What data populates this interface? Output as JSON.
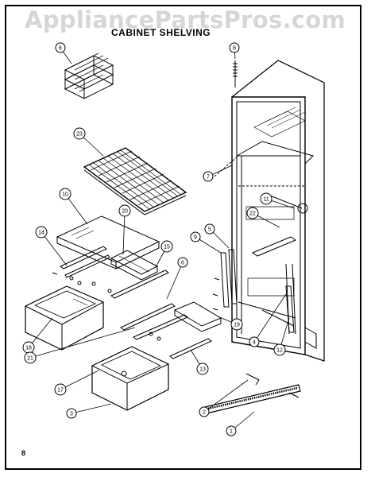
{
  "watermark": "AppliancePartsPros.com",
  "title": "CABINET SHELVING",
  "page_number": "8",
  "colors": {
    "ink": "#000000",
    "watermark": "#d6d6d6",
    "background": "#ffffff"
  },
  "callouts": [
    {
      "id": "c6a",
      "label": "6"
    },
    {
      "id": "c8",
      "label": "8"
    },
    {
      "id": "c23",
      "label": "23"
    },
    {
      "id": "c7",
      "label": "7"
    },
    {
      "id": "c10",
      "label": "10"
    },
    {
      "id": "c20",
      "label": "20"
    },
    {
      "id": "c11",
      "label": "11"
    },
    {
      "id": "c22",
      "label": "22"
    },
    {
      "id": "c14",
      "label": "14"
    },
    {
      "id": "c15",
      "label": "15"
    },
    {
      "id": "c9",
      "label": "9"
    },
    {
      "id": "c5",
      "label": "5"
    },
    {
      "id": "c6b",
      "label": "6"
    },
    {
      "id": "c18",
      "label": "18"
    },
    {
      "id": "c21",
      "label": "21"
    },
    {
      "id": "c19",
      "label": "19"
    },
    {
      "id": "c4",
      "label": "4"
    },
    {
      "id": "c12",
      "label": "12"
    },
    {
      "id": "c13",
      "label": "13"
    },
    {
      "id": "c17",
      "label": "17"
    },
    {
      "id": "c3",
      "label": "3"
    },
    {
      "id": "c2",
      "label": "2"
    },
    {
      "id": "c1",
      "label": "1"
    }
  ]
}
